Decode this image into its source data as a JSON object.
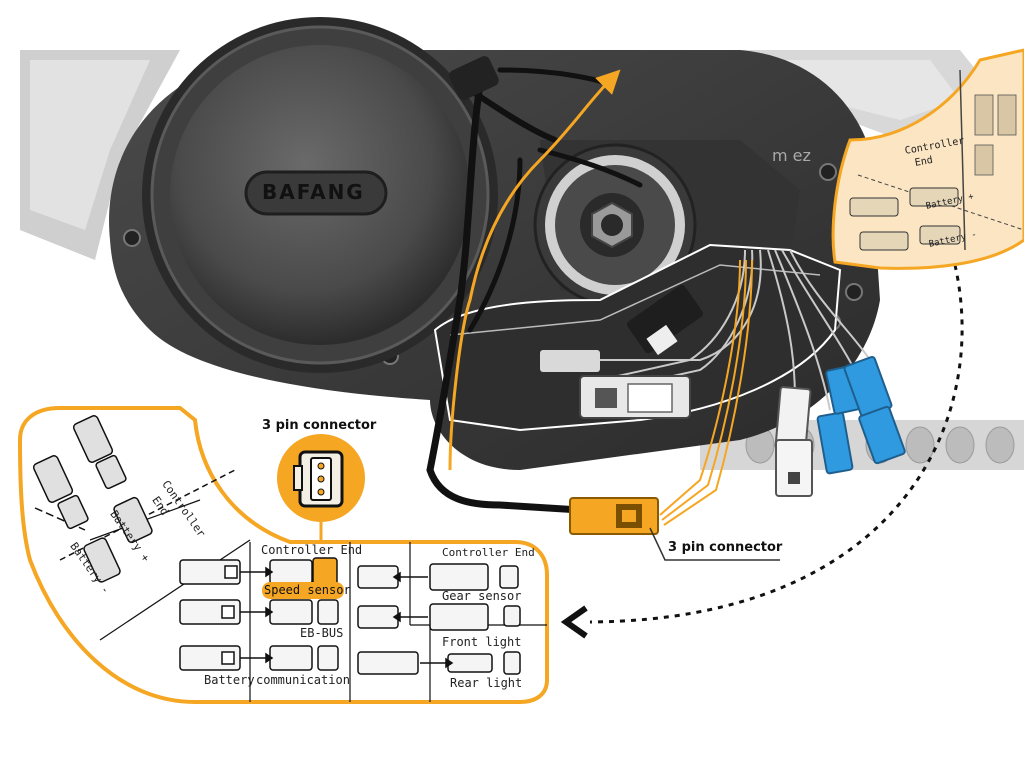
{
  "colors": {
    "accent": "#f5a623",
    "panel_bg": "#fff6e6",
    "motor_dark": "#3a3a3a",
    "blue_connector": "#2f9ae0"
  },
  "motor": {
    "brand": "BAFANG"
  },
  "watermark": "m   ez",
  "callouts": {
    "three_pin_top": "3 pin connector",
    "three_pin_right": "3 pin connector"
  },
  "inset_top_right": {
    "controller_end": [
      "Controller",
      "End"
    ],
    "battery_plus": "Battery +",
    "battery_minus": "Battery -"
  },
  "legend": {
    "controller_end_diag": [
      "Controller",
      "End"
    ],
    "battery_plus": "Battery +",
    "battery_minus": "Battery -",
    "controller_end_mid": "Controller End",
    "speed_sensor": "Speed sensor",
    "eb_bus": "EB-BUS",
    "battery": "Battery",
    "communication": "communication",
    "controller_end_right": "Controller End",
    "gear_sensor": "Gear sensor",
    "front_light": "Front light",
    "rear_light": "Rear light"
  }
}
